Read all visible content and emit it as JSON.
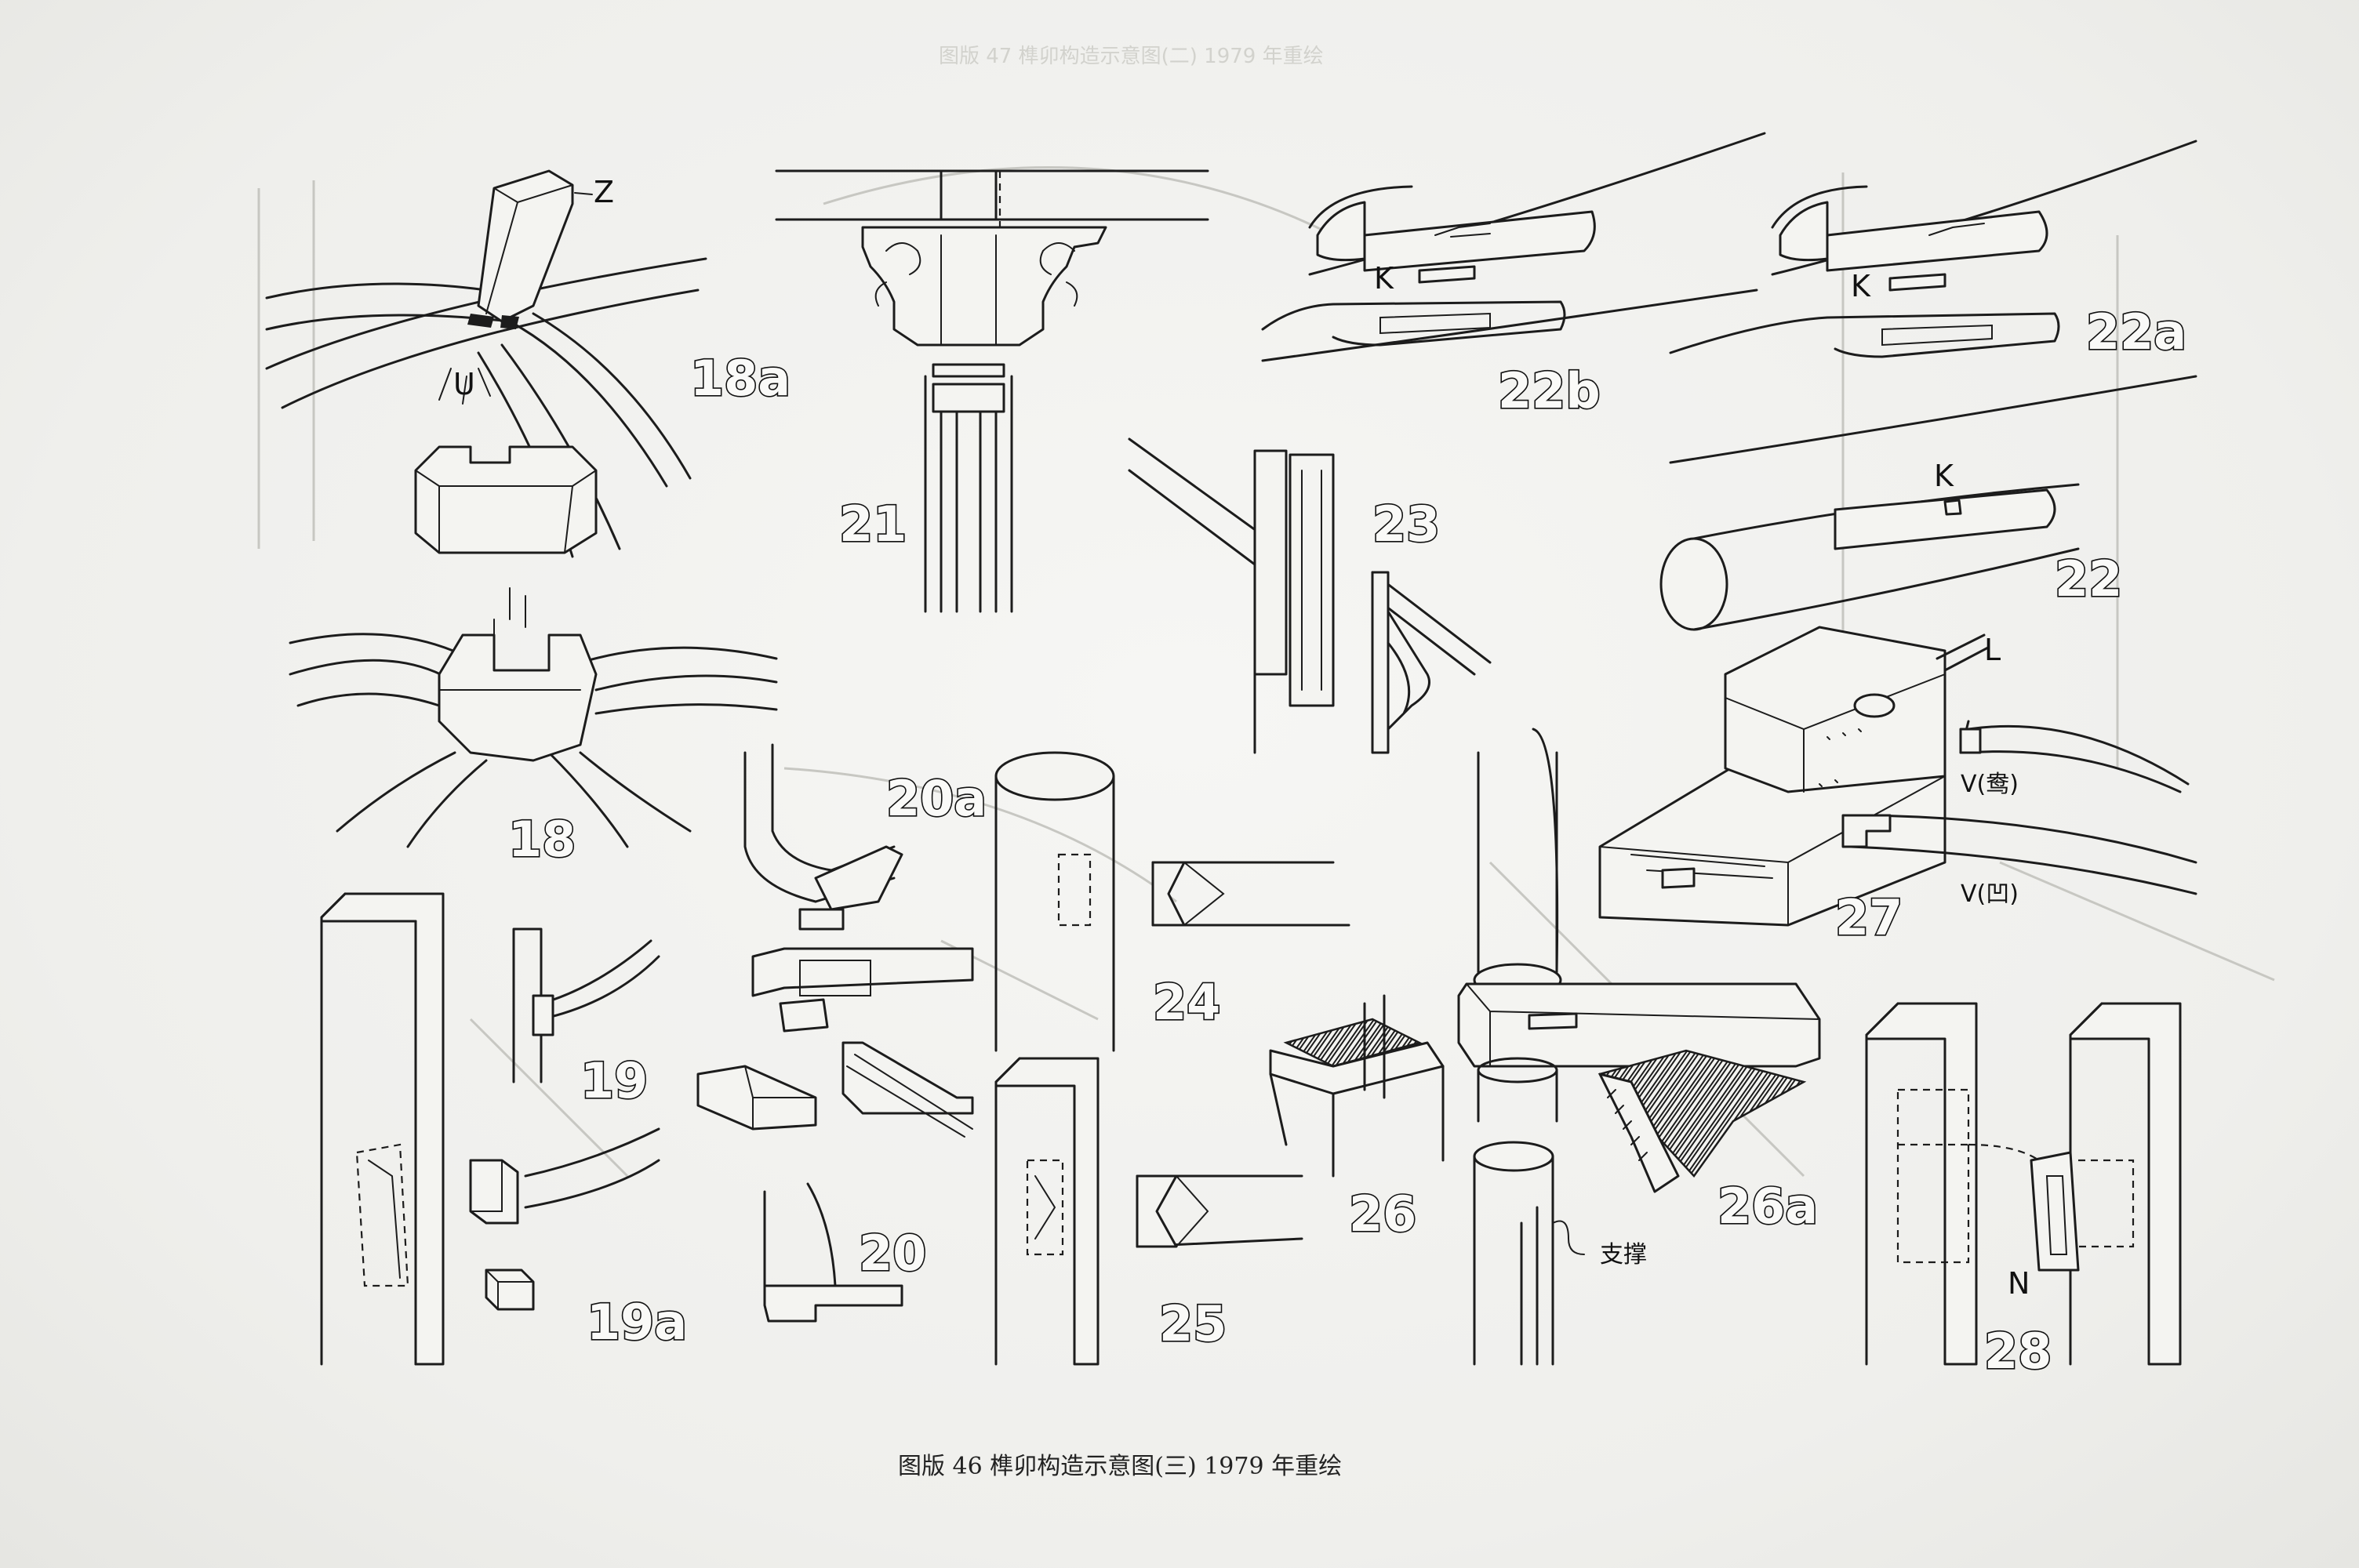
{
  "header": {
    "text": "图版 47  榫卯构造示意图(二)  1979 年重绘"
  },
  "caption": {
    "text": "图版 46   榫卯构造示意图(三)   1979 年重绘"
  },
  "figure_numbers": {
    "f18a": "18a",
    "f18": "18",
    "f19": "19",
    "f19a": "19a",
    "f20a": "20a",
    "f20": "20",
    "f21": "21",
    "f22b": "22b",
    "f22a": "22a",
    "f22": "22",
    "f23": "23",
    "f24": "24",
    "f25": "25",
    "f26": "26",
    "f26a": "26a",
    "f27": "27",
    "f28": "28"
  },
  "part_labels": {
    "z": "Z",
    "u": "U",
    "k1": "K",
    "k2": "K",
    "k3": "K",
    "l": "L",
    "v1": "V(鸯)",
    "v2": "V(凹)",
    "n": "N",
    "zhicheng": "支撑"
  },
  "colors": {
    "ink": "#1c1c1c",
    "paper": "#f1f1ef",
    "ghost": "#c7c7c2"
  }
}
